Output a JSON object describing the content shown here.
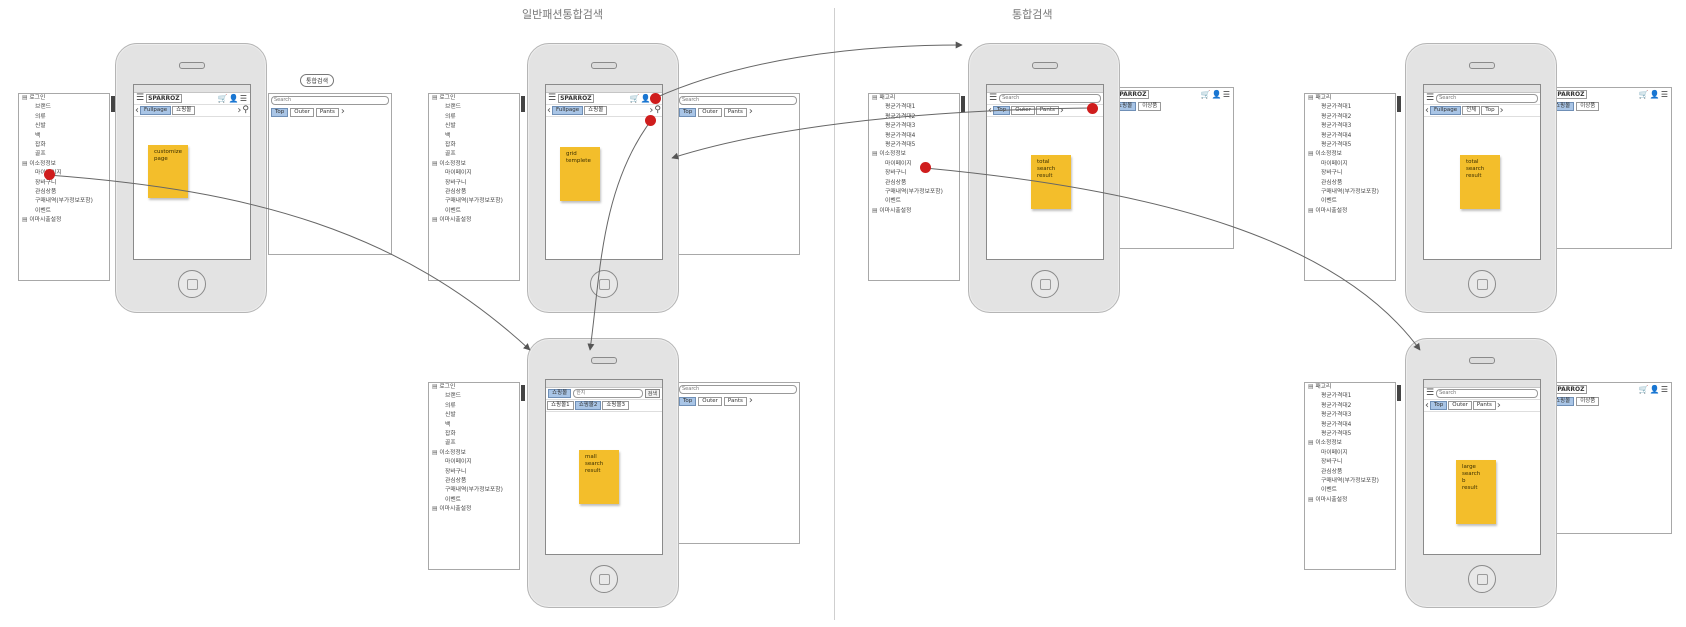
{
  "titles": {
    "middle": "일반패션통합검색",
    "right": "통합검색"
  },
  "search": {
    "placeholder": "Search"
  },
  "menu": {
    "full": [
      "로그인",
      "브랜드",
      "의류",
      "신발",
      "백",
      "잡화",
      "골프",
      "이소정정보",
      "마이페이지",
      "장바구니",
      "관심상품",
      "구매내역(부가정보포함)",
      "이벤트",
      "이마시출설정"
    ],
    "right": [
      "패고리",
      "평균가격대1",
      "평균가격대2",
      "평균가격대3",
      "평균가격대4",
      "평균가격대5",
      "이소정정보",
      "마이페이지",
      "장바구니",
      "관심상품",
      "구매내역(부가정보포함)",
      "이벤트",
      "이마시출설정"
    ]
  },
  "tabs": {
    "brand": [
      "Fullpage",
      "쇼핑몰"
    ],
    "tops": [
      "Top",
      "Outer",
      "Pants"
    ],
    "brand_right": [
      "Fullpage",
      "전체",
      "Top"
    ],
    "shop_tabs": [
      "쇼핑몰1",
      "쇼핑몰2",
      "쇼핑몰3"
    ],
    "ext_right": [
      "쇼핑몰",
      "이상품"
    ]
  },
  "phones": {
    "p1": {
      "note": "customize\npage"
    },
    "p2": {
      "note": "grid\ntemplete"
    },
    "p3": {
      "note": "mall\nsearch\nresult",
      "query": "한지",
      "btn": "검색"
    },
    "p4": {
      "note": "total\nsearch\nresult"
    },
    "p5": {
      "note": "total\nsearch\nresult"
    },
    "p6": {
      "note": "large\nsearch\nb\nresult"
    }
  },
  "labels": {
    "logo": "SPARROZ",
    "logo_ext": "SPARROZ",
    "tooltip": "통합검색"
  },
  "icons": [
    "menu-icon",
    "cart-icon",
    "user-icon",
    "list-icon",
    "arrows-icon",
    "search-icon",
    "chevron-left-icon",
    "chevron-right-icon",
    "home-button-icon"
  ]
}
